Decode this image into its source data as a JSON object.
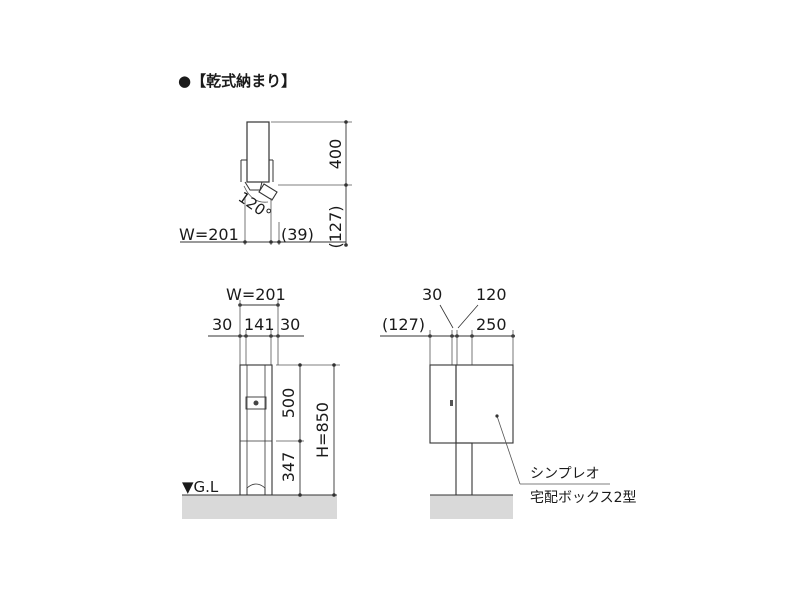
{
  "heading": "●【乾式納まり】",
  "top_view": {
    "dim_height": "400",
    "dim_angle": "120°",
    "dim_width": "W=201",
    "dim_offset": "(39)",
    "dim_depth": "(127)"
  },
  "front_view": {
    "dim_total_width": "W=201",
    "dim_side_left": "30",
    "dim_center": "141",
    "dim_side_right": "30",
    "dim_upper": "500",
    "dim_lower": "347",
    "dim_total_height": "H=850",
    "ground_label": "▼G.L"
  },
  "side_view": {
    "dim_post": "30",
    "dim_box_top": "120",
    "dim_depth_left": "(127)",
    "dim_box": "250",
    "callout_line1": "シンプレオ",
    "callout_line2": "宅配ボックス2型"
  },
  "colors": {
    "line": "#333333",
    "ground": "#d9d9d9",
    "panel": "#e6e6e6",
    "text": "#1a1a1a"
  }
}
